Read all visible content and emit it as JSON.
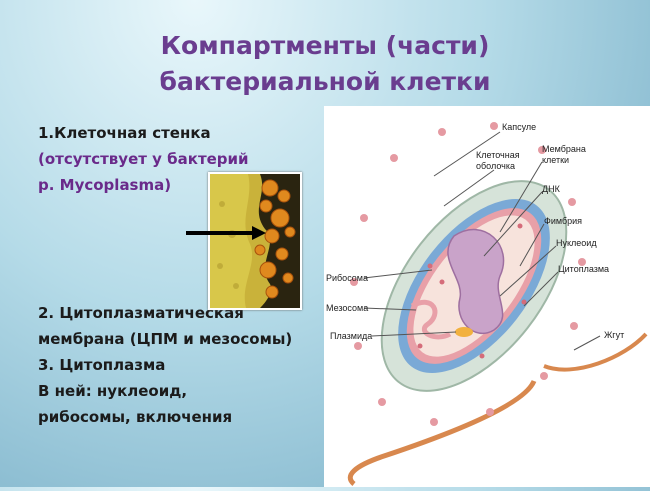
{
  "slide": {
    "title_line1": "Компартменты (части)",
    "title_line2": "бактериальной клетки"
  },
  "text": {
    "item1": "1.Клеточная стенка",
    "item1_note_line1": "(отсутствует у бактерий",
    "item1_note_line2": "р. Mycoplasma)",
    "item2_line1": "2. Цитоплазматическая",
    "item2_line2": "мембрана (ЦПМ и мезосомы)",
    "item3": "3. Цитоплазма",
    "item3_detail_line1": "В ней: нуклеоид,",
    "item3_detail_line2": "рибосомы, включения"
  },
  "diagram": {
    "labels": {
      "capsule": "Капсуле",
      "cell_wall_line1": "Клеточная",
      "cell_wall_line2": "оболочка",
      "membrane_line1": "Мембрана",
      "membrane_line2": "клетки",
      "dna": "ДНК",
      "fimbria": "Фимбрия",
      "nucleoid": "Нуклеоид",
      "cytoplasm": "Цитоплазма",
      "ribosome": "Рибосома",
      "mesosome": "Мезосома",
      "plasmid": "Плазмида",
      "flagellum": "Жгут"
    }
  },
  "colors": {
    "title": "#6a3d8f",
    "purple_text": "#6a2a8a",
    "capsule": "#d6e3d9",
    "wall": "#7aa9d6",
    "membrane": "#e8a0a8",
    "cytoplasm": "#f7e3dc",
    "nucleoid": "#c9a3c9",
    "flagellum": "#d8884e"
  }
}
